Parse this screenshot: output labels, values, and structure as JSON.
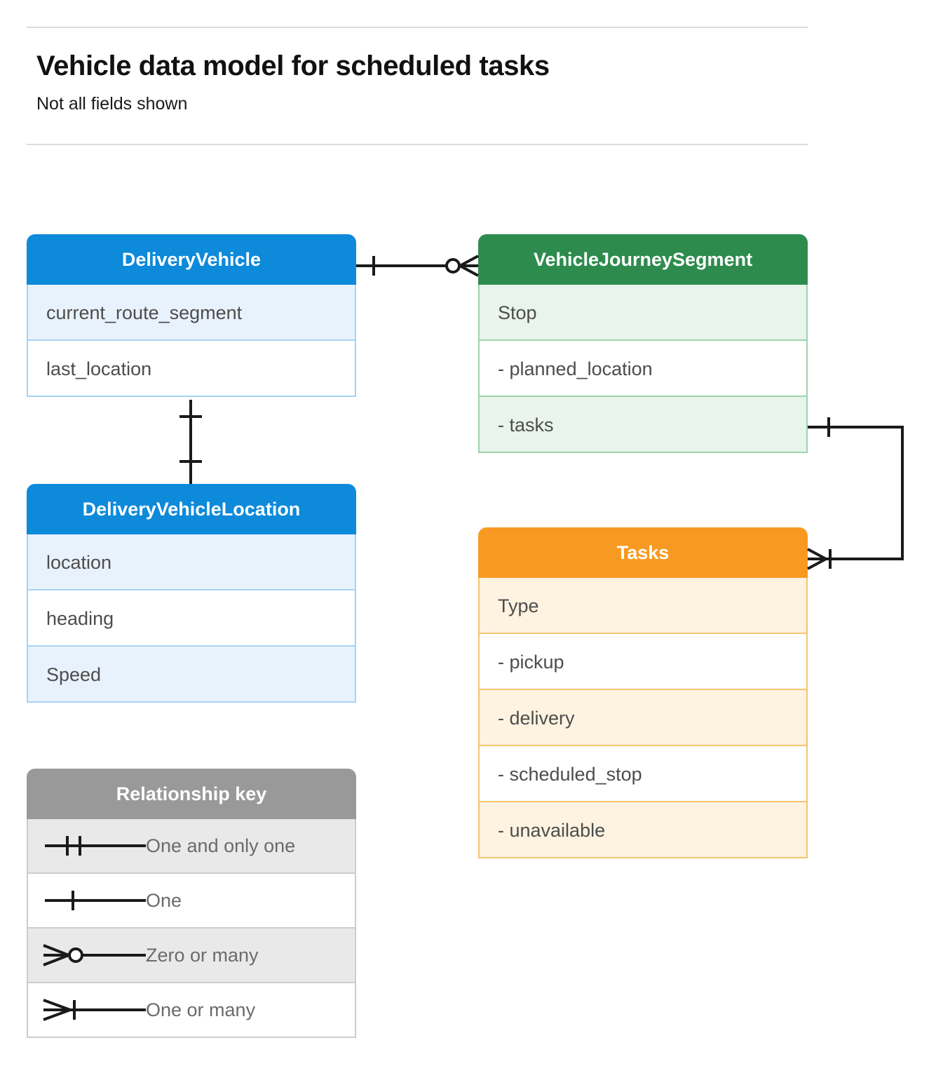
{
  "header": {
    "title": "Vehicle data model for scheduled tasks",
    "subtitle": "Not all fields shown"
  },
  "colors": {
    "blue": "#0d8ada",
    "blue_row": "#e8f2fd",
    "blue_border": "#a6d4f4",
    "green": "#2e8b4e",
    "green_row": "#e8f4ec",
    "green_border": "#9cd3ad",
    "orange": "#f89a21",
    "orange_row": "#fdf3e0",
    "orange_border": "#f7c471",
    "grey": "#999999",
    "grey_row": "#e9e9e9",
    "divider": "#dadce0",
    "text": "#4d4d4d",
    "line": "#1a1a1a"
  },
  "entities": {
    "delivery_vehicle": {
      "title": "DeliveryVehicle",
      "rows": [
        {
          "label": "current_route_segment"
        },
        {
          "label": "last_location"
        }
      ]
    },
    "vehicle_journey_segment": {
      "title": "VehicleJourneySegment",
      "rows": [
        {
          "label": "Stop"
        },
        {
          "label": "-  planned_location"
        },
        {
          "label": "- tasks"
        }
      ]
    },
    "delivery_vehicle_location": {
      "title": "DeliveryVehicleLocation",
      "rows": [
        {
          "label": "location"
        },
        {
          "label": "heading"
        },
        {
          "label": "Speed"
        }
      ]
    },
    "tasks": {
      "title": "Tasks",
      "rows": [
        {
          "label": "Type"
        },
        {
          "label": "-  pickup"
        },
        {
          "label": "-  delivery"
        },
        {
          "label": "-  scheduled_stop"
        },
        {
          "label": "-  unavailable"
        }
      ]
    }
  },
  "legend": {
    "title": "Relationship key",
    "items": [
      {
        "symbol": "one-and-only-one-icon",
        "label": "One and only one"
      },
      {
        "symbol": "one-icon",
        "label": "One"
      },
      {
        "symbol": "zero-or-many-icon",
        "label": "Zero or many"
      },
      {
        "symbol": "one-or-many-icon",
        "label": "One or many"
      }
    ]
  },
  "relationships": [
    {
      "name": "deliveryvehicle-to-vehiclejourneysegment",
      "from": "DeliveryVehicle",
      "to": "VehicleJourneySegment",
      "from_cardinality": "One",
      "to_cardinality": "Zero or many"
    },
    {
      "name": "deliveryvehicle-to-deliveryvehiclelocation",
      "from": "DeliveryVehicle",
      "to": "DeliveryVehicleLocation",
      "from_cardinality": "One",
      "to_cardinality": "One"
    },
    {
      "name": "vehiclejourneysegment-tasks-to-tasks",
      "from": "VehicleJourneySegment.tasks",
      "to": "Tasks",
      "from_cardinality": "One",
      "to_cardinality": "One or many"
    }
  ]
}
